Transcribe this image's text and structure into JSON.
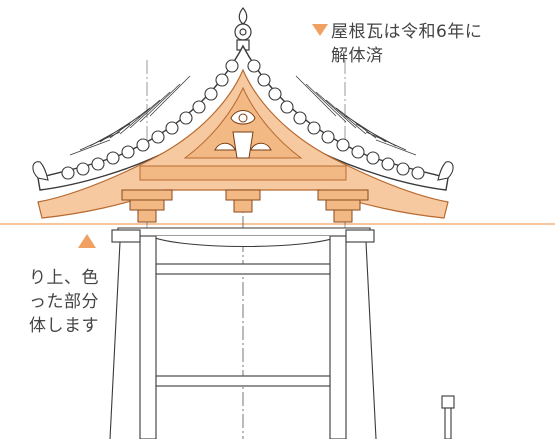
{
  "annotations": {
    "top": {
      "line1": "屋根瓦は令和6年に",
      "line2": "解体済"
    },
    "left": {
      "line1": "り上、色",
      "line2": "った部分",
      "line3": "体します"
    }
  },
  "colors": {
    "highlight": "#f0a060",
    "highlight_fill": "#f6c9a0",
    "line": "#3a3a3a",
    "guide": "#f4b27a"
  },
  "icons": {
    "top_marker": "triangle-down-icon",
    "left_marker": "triangle-up-icon"
  }
}
